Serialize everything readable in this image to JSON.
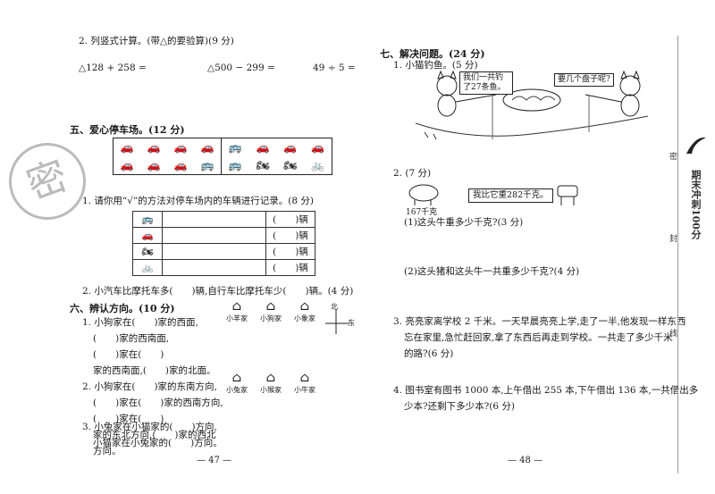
{
  "left": {
    "q2_title": "2. 列竖式计算。(带△的要验算)(9 分)",
    "q2_items": [
      "△128 + 258 =",
      "△500 − 299 =",
      "49 ÷ 5 ="
    ],
    "sec5_title": "五、爱心停车场。(12 分)",
    "sec5_q1": "1. 请你用“√”的方法对停车场内的车辆进行记录。(8 分)",
    "table_rows": [
      {
        "icon": "🚌",
        "unit": "(　　)辆"
      },
      {
        "icon": "🚗",
        "unit": "(　　)辆"
      },
      {
        "icon": "🏍",
        "unit": "(　　)辆"
      },
      {
        "icon": "🚲",
        "unit": "(　　)辆"
      }
    ],
    "sec5_q2": "2. 小汽车比摩托车多(　　)辆,自行车比摩托车少(　　)辆。(4 分)",
    "sec6_title": "六、辨认方向。(10 分)",
    "sec6_lines": [
      "1. 小狗家在(　　)家的西面,",
      "(　　)家的西南面,",
      "(　　)家在(　　)",
      "家的西南面,(　　)家的北面。",
      "2. 小狗家在(　　)家的东南方向,",
      "(　　)家在(　　)家的西南方向,",
      "(　　)家在(　　)",
      "家的东北方向,(　　)家的西北",
      "方向。",
      "3. 小兔家在小猫家的(　　)方向,",
      "小猫家在小兔家的(　　)方向。"
    ],
    "houses": [
      "小羊家",
      "小狗家",
      "小象家",
      "小兔家",
      "小猴家",
      "小牛家"
    ],
    "compass_n": "北",
    "compass_e": "东",
    "page_number": "— 47 —",
    "stamp_char": "密"
  },
  "right": {
    "sec7_title": "七、解决问题。(24 分)",
    "q1": "1. 小猫钓鱼。(5 分)",
    "bubble_left": "我们一共钓了27条鱼。",
    "bubble_right": "要几个盘子呢?",
    "q2": "2. (7 分)",
    "pig_weight": "167千克",
    "bubble_cow": "我比它重282千克。",
    "q2_sub1": "(1)这头牛重多少千克?(3 分)",
    "q2_sub2": "(2)这头猪和这头牛一共重多少千克?(4 分)",
    "q3_lines": [
      "3. 亮亮家离学校 2 千米。一天早晨亮亮上学,走了一半,他发现一样东西",
      "忘在家里,急忙赶回家,拿了东西后再走到学校。一共走了多少千米",
      "的路?(6 分)"
    ],
    "q4_lines": [
      "4. 图书室有图书 1000 本,上午借出 255 本,下午借出 136 本,一共借出多",
      "少本?还剩下多少本?(6 分)"
    ],
    "page_number": "— 48 —"
  },
  "side": {
    "brand": "期末冲刺100分",
    "chars": [
      "密",
      "封",
      "线"
    ]
  }
}
